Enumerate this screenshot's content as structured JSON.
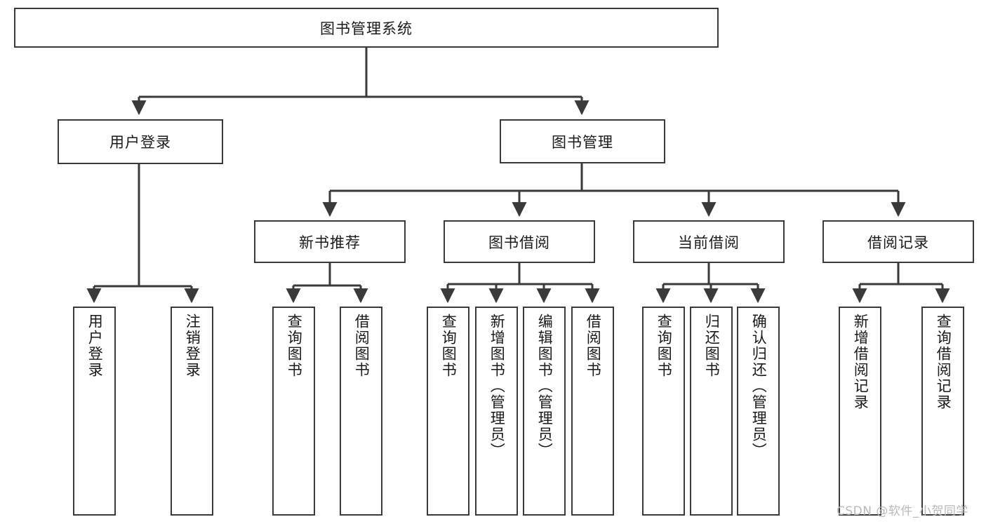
{
  "diagram": {
    "title": "图书管理系统",
    "type": "tree",
    "orientation": "top-down",
    "colors": {
      "box_border": "#3a3a3a",
      "box_fill": "#ffffff",
      "connector": "#3a3a3a",
      "text": "#1a1a1a",
      "watermark": "#b9b9b9",
      "background": "#ffffff"
    },
    "root": {
      "label": "图书管理系统"
    },
    "level2": [
      {
        "label": "用户登录"
      },
      {
        "label": "图书管理"
      }
    ],
    "level3": [
      {
        "label": "新书推荐"
      },
      {
        "label": "图书借阅"
      },
      {
        "label": "当前借阅"
      },
      {
        "label": "借阅记录"
      }
    ],
    "leaves": {
      "user_login": [
        {
          "label": "用户登录"
        },
        {
          "label": "注销登录"
        }
      ],
      "new_book_recommend": [
        {
          "label": "查询图书"
        },
        {
          "label": "借阅图书"
        }
      ],
      "book_borrow": [
        {
          "label": "查询图书"
        },
        {
          "label": "新增图书（管理员）"
        },
        {
          "label": "编辑图书（管理员）"
        },
        {
          "label": "借阅图书"
        }
      ],
      "current_borrow": [
        {
          "label": "查询图书"
        },
        {
          "label": "归还图书"
        },
        {
          "label": "确认归还（管理员）"
        }
      ],
      "borrow_record": [
        {
          "label": "新增借阅记录"
        },
        {
          "label": "查询借阅记录"
        }
      ]
    }
  },
  "watermark": {
    "text": "CSDN @软件_小贺同学"
  }
}
